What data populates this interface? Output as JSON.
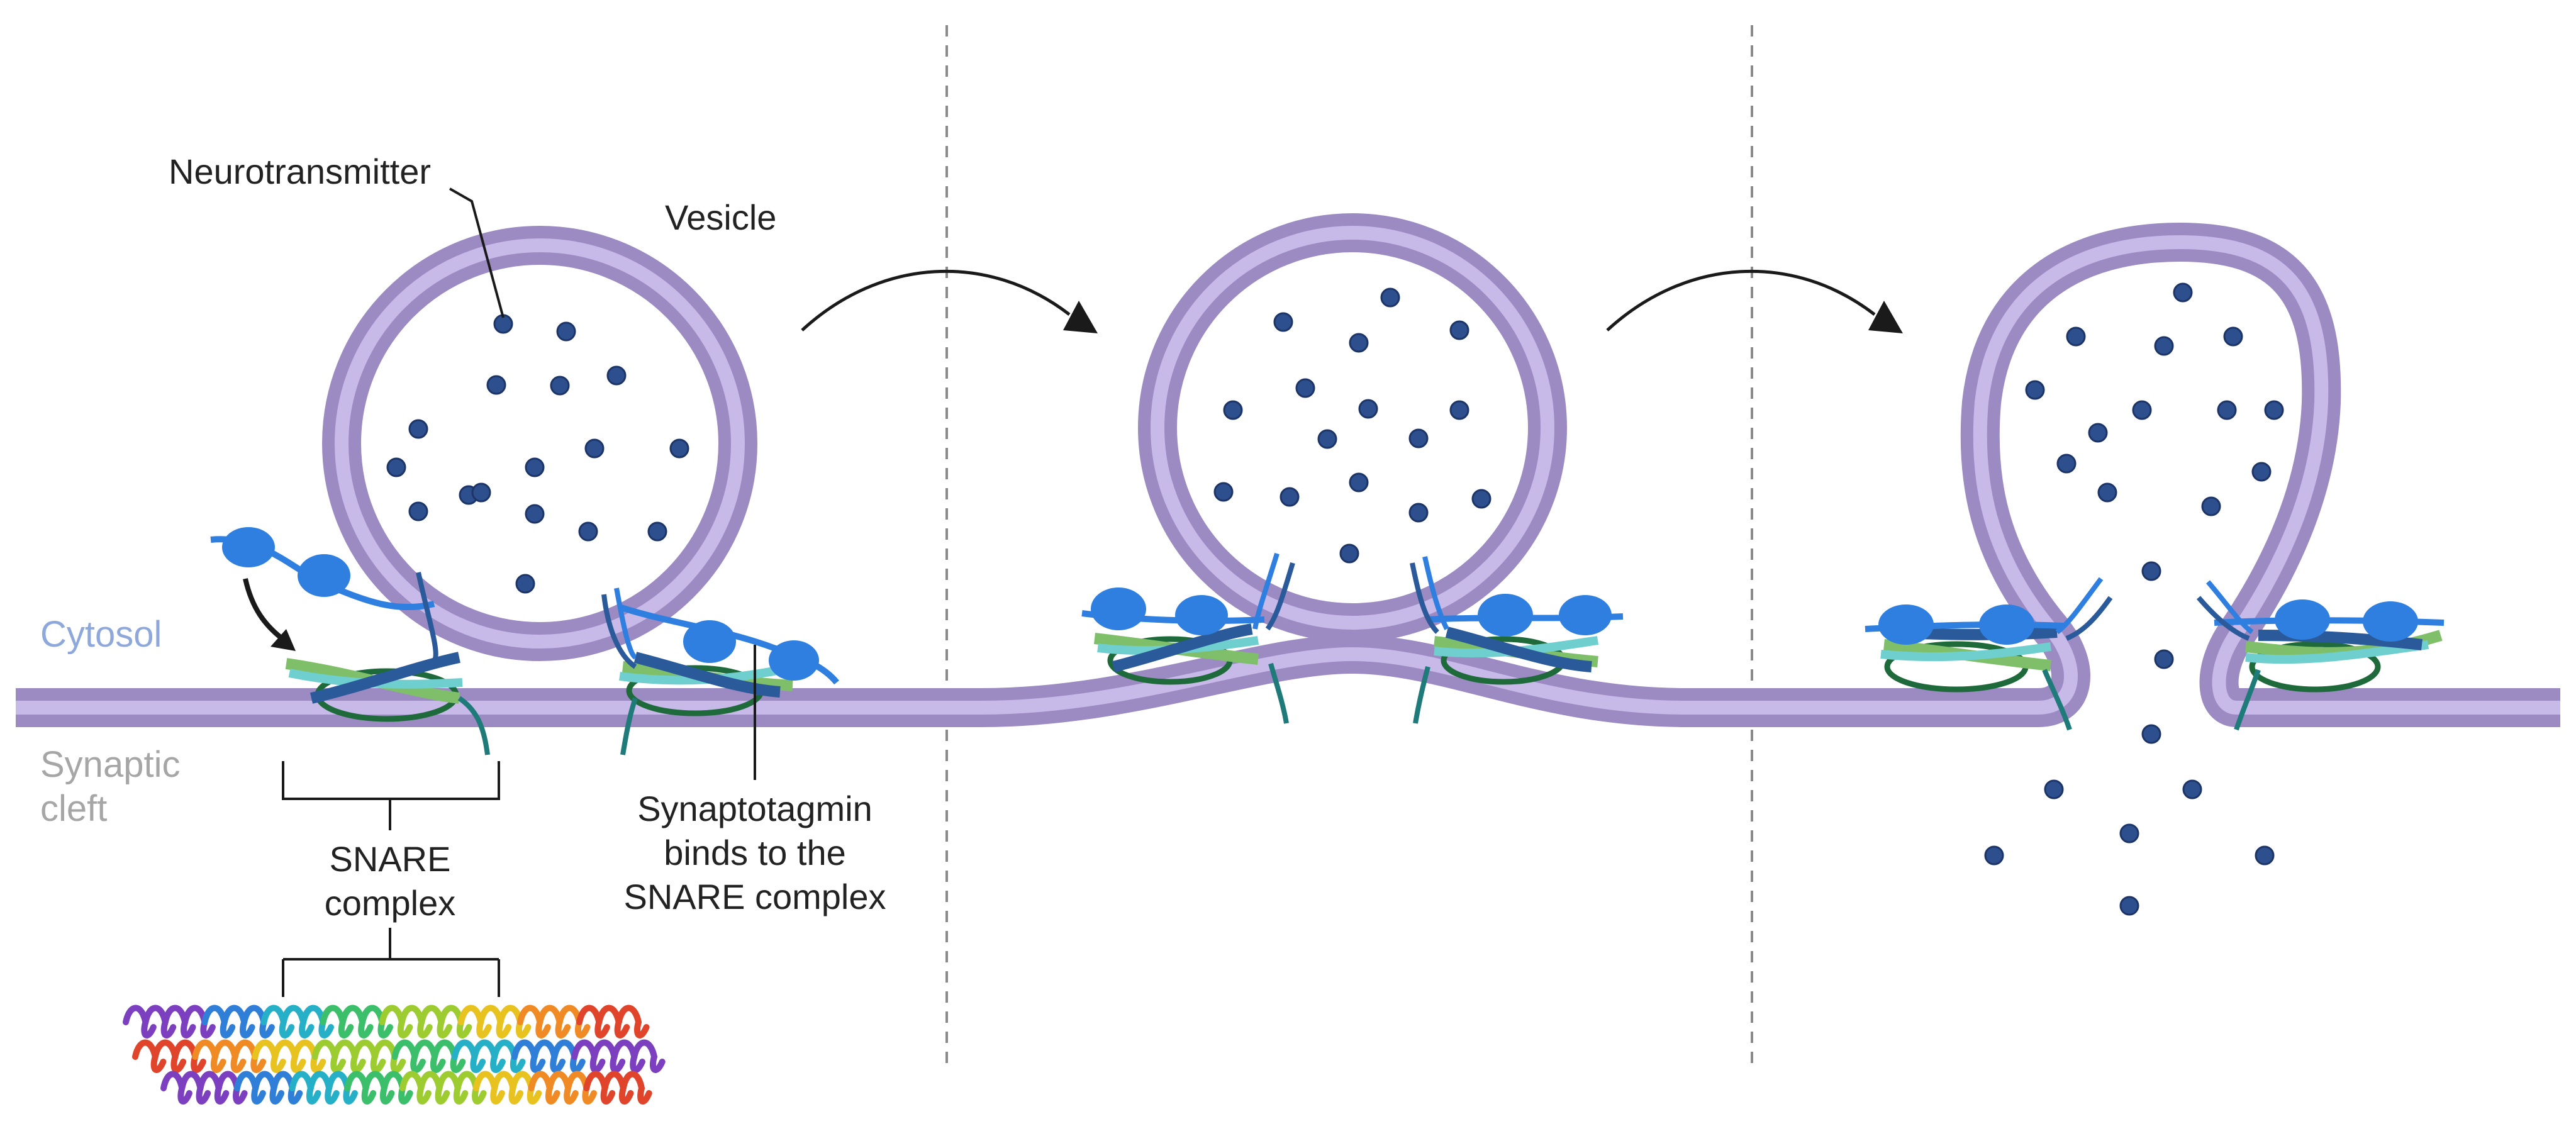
{
  "labels": {
    "neurotransmitter": "Neurotransmitter",
    "vesicle": "Vesicle",
    "cytosol": "Cytosol",
    "synaptic_cleft_line1": "Synaptic",
    "synaptic_cleft_line2": "cleft",
    "snare_line1": "SNARE",
    "snare_line2": "complex",
    "synaptotagmin_line1": "Synaptotagmin",
    "synaptotagmin_line2": "binds to the",
    "synaptotagmin_line3": "SNARE complex"
  },
  "colors": {
    "membrane_outer": "#9c8ac2",
    "membrane_inner": "#c7b9e8",
    "neurotransmitter": "#2d4f8e",
    "synaptotagmin": "#2f7fe0",
    "snare_dark_blue": "#2a5a9a",
    "snare_light_green": "#7fbf6a",
    "snare_teal": "#6fcfcf",
    "snare_dark_green": "#1f6a3a",
    "cytosol_text": "#8fa8dc",
    "cleft_text": "#a6a6a6"
  },
  "stages": [
    "docked vesicle",
    "hemifusion",
    "fusion pore release"
  ]
}
